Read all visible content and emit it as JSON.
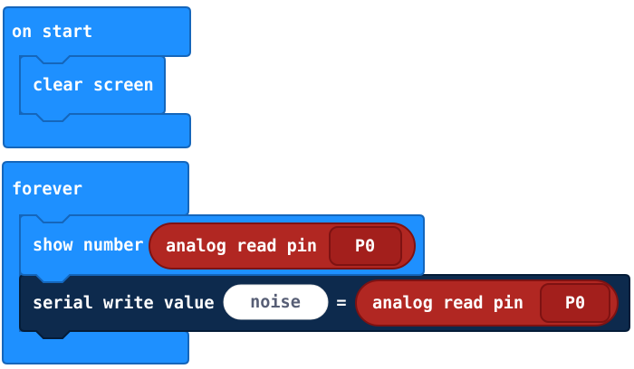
{
  "colors": {
    "workspace_bg": "#FFFFFF",
    "basic_blue": "#1E90FF",
    "basic_blue_border": "#1566BB",
    "serial_navy": "#0D2A4D",
    "serial_navy_border": "#041C38",
    "pins_red": "#B12722",
    "pins_red_border": "#7E1212",
    "pins_field_red": "#A31F1C",
    "field_white": "#FFFFFF",
    "field_white_border": "#E9E9E9",
    "field_text": "#575E75",
    "label_text": "#FFFFFF"
  },
  "blocks": {
    "on_start": {
      "label": "on start"
    },
    "clear_screen": {
      "label": "clear screen"
    },
    "forever": {
      "label": "forever"
    },
    "show_number": {
      "label": "show number"
    },
    "analog_read_1": {
      "label": "analog read pin",
      "pin": "P0"
    },
    "serial_write": {
      "label": "serial write value",
      "name": "noise",
      "equals": "="
    },
    "analog_read_2": {
      "label": "analog read pin",
      "pin": "P0"
    }
  }
}
